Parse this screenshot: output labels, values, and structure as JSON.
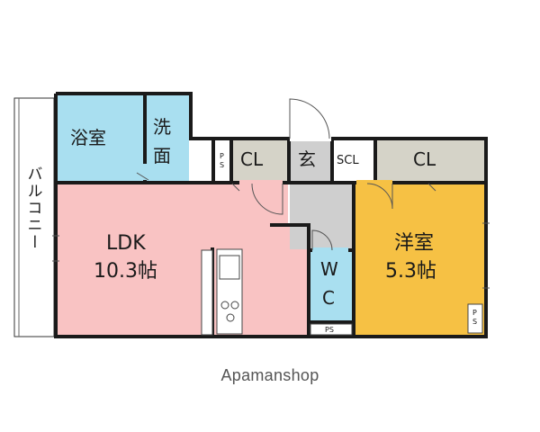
{
  "floor_plan": {
    "rooms": {
      "ldk_name": "LDK",
      "ldk_size": "10.3帖",
      "western_name": "洋室",
      "western_size": "5.3帖",
      "bath": "浴室",
      "washroom_line1": "洗",
      "washroom_line2": "面",
      "entrance": "玄",
      "closet_left": "CL",
      "closet_right": "CL",
      "shoe_closet": "SCL",
      "toilet_line1": "W",
      "toilet_line2": "C",
      "balcony": "バルコニー"
    },
    "pipe_spaces": {
      "ps_top_line1": "P",
      "ps_top_line2": "S",
      "ps_bottom": "PS",
      "ps_right_line1": "P",
      "ps_right_line2": "S"
    },
    "colors": {
      "ldk": "#f9c3c3",
      "western": "#f6c144",
      "bath": "#a9dff0",
      "toilet": "#a9dff0",
      "closet": "#d5d3c8",
      "hall": "#cfcfcf",
      "wall": "#1a1a1a",
      "balcony": "#ffffff"
    },
    "watermark": "Apamanshop"
  }
}
